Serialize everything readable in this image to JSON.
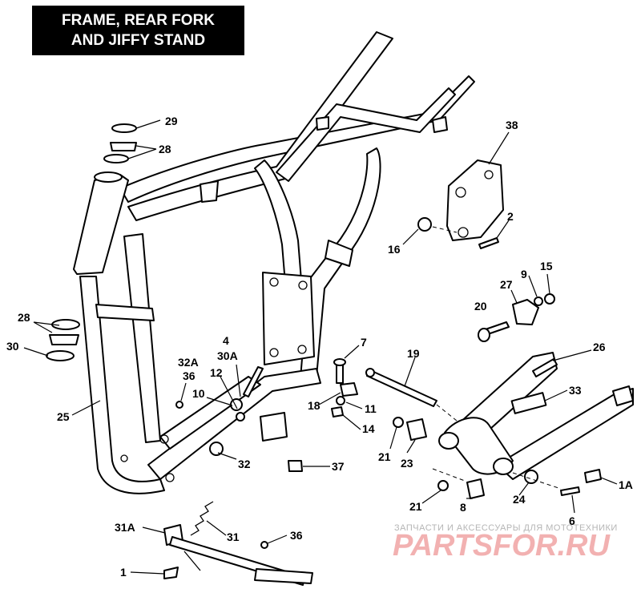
{
  "title": {
    "line1": "FRAME, REAR FORK",
    "line2": "AND JIFFY STAND"
  },
  "callouts": [
    "29",
    "28",
    "38",
    "2",
    "16",
    "15",
    "9",
    "27",
    "20",
    "26",
    "28",
    "30",
    "4",
    "30A",
    "32A",
    "36",
    "12",
    "10",
    "7",
    "19",
    "18",
    "11",
    "14",
    "33",
    "25",
    "32",
    "37",
    "21",
    "23",
    "1A",
    "21",
    "24",
    "8",
    "6",
    "31A",
    "31",
    "36",
    "1"
  ],
  "watermark": {
    "caption": "ЗАПЧАСТИ И АКСЕССУАРЫ ДЛЯ МОТОТЕХНИКИ",
    "brand": "PARTSFOR.RU"
  }
}
